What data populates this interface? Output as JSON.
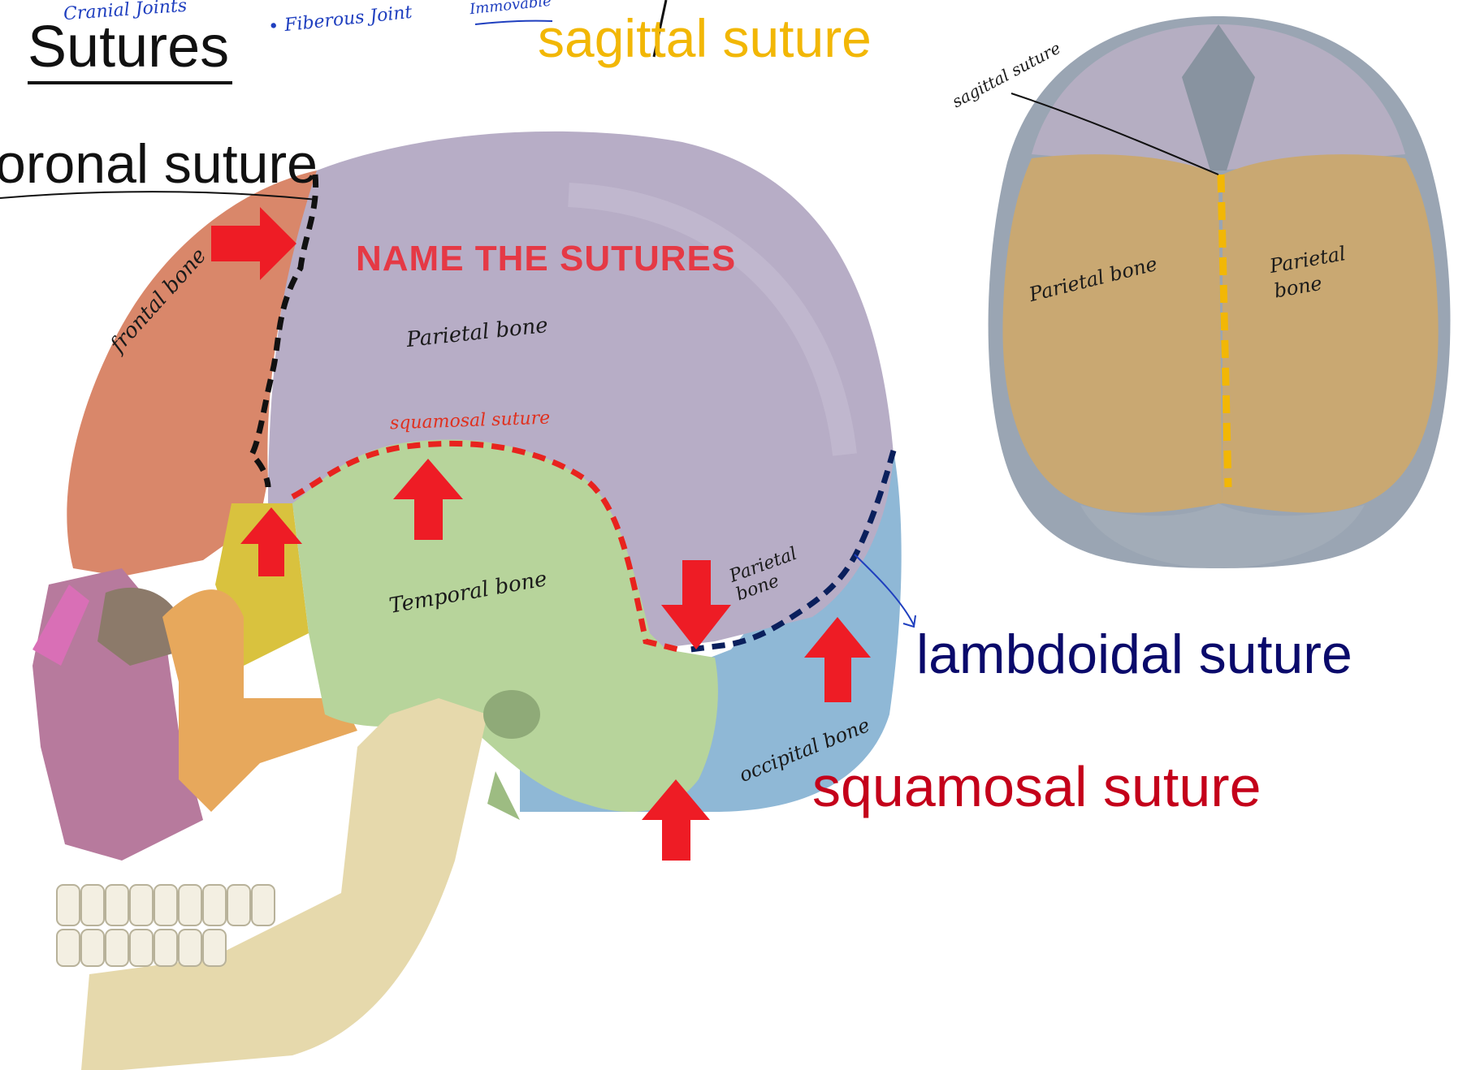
{
  "header": {
    "title": "Sutures",
    "note_cranial": "Cranial Joints",
    "note_fibrous": "• Fiberous Joint",
    "note_immovable": "Immovable"
  },
  "answers": {
    "sagittal": "sagittal suture",
    "coronal": "oronal suture",
    "lambdoidal": "lambdoidal suture",
    "squamosal": "squamosal suture"
  },
  "diagram_lateral": {
    "overlay_text": "NAME THE SUTURES",
    "frontal_label": "frontal bone",
    "parietal_label": "Parietal bone",
    "squamosal_label": "squamosal   suture",
    "temporal_label": "Temporal   bone",
    "parietal2_label": "Parietal bone",
    "occipital_label": "occipital bone"
  },
  "diagram_superior": {
    "sagittal_label": "sagittal suture",
    "left_parietal": "Parietal bone",
    "right_parietal": "Parietal bone"
  },
  "colors": {
    "frontal": "#d9876a",
    "parietal": "#b7adc6",
    "temporal": "#b7d49b",
    "occipital": "#8fb8d6",
    "mandible": "#e6d9ac",
    "maxilla": "#b77a9d",
    "zygomatic": "#e7a85c",
    "sphenoid": "#d9c23e",
    "top_parietal": "#c9a872",
    "arrow_red": "#ee1c25",
    "sagittal_yellow": "#f2b705",
    "squamosal_red": "#c4001a",
    "lambdoidal_navy": "#0a0a6b"
  }
}
